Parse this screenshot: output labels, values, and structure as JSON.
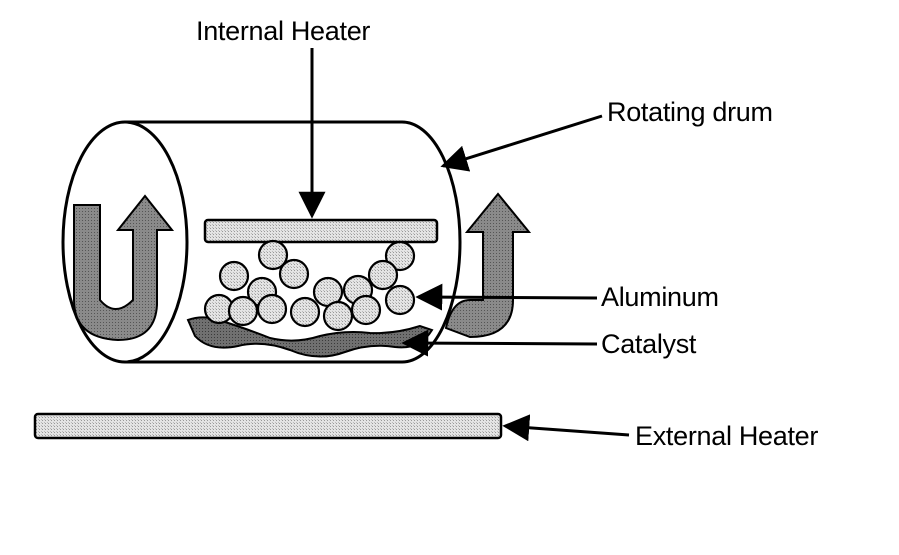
{
  "labels": {
    "internal_heater": "Internal Heater",
    "rotating_drum": "Rotating drum",
    "aluminum": "Aluminum",
    "catalyst": "Catalyst",
    "external_heater": "External Heater"
  },
  "colors": {
    "line": "#000000",
    "heater_fill": "#d8d8d8",
    "arrow_fill": "#9a9a9a",
    "catalyst_fill": "#6e6e6e",
    "sphere_fill": "#e8e8e8",
    "background": "#ffffff"
  }
}
